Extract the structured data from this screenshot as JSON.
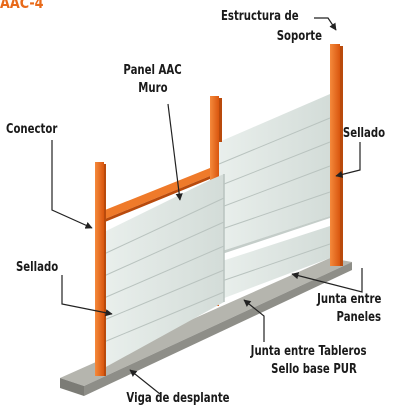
{
  "title": "AAC-4",
  "labels": {
    "estructura": "Estructura de",
    "soporte": "Soporte",
    "panel_aac": "Panel AAC",
    "muro": "Muro",
    "conector": "Conector",
    "sellado_right": "Sellado",
    "sellado_left": "Sellado",
    "junta_paneles_1": "Junta entre",
    "junta_paneles_2": "Paneles",
    "junta_tableros_1": "Junta entre Tableros",
    "junta_tableros_2": "Sello base PUR",
    "viga": "Viga de desplante"
  },
  "colors": {
    "accent": "#e86a1a",
    "post": "#ee6b1f",
    "panel": "#dfe6e3",
    "base": "#9a9a94"
  }
}
